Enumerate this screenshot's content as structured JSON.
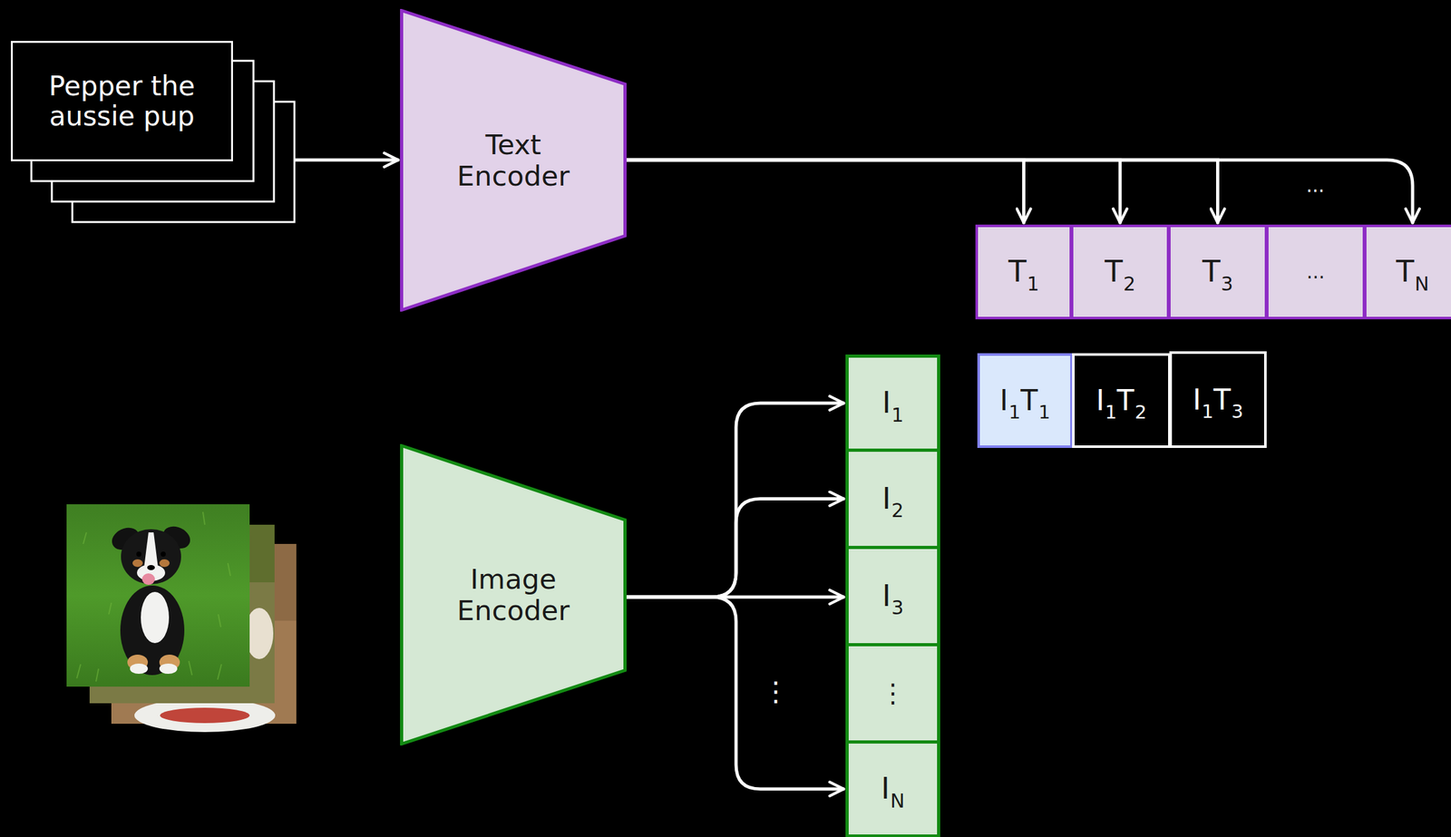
{
  "diagram": {
    "nodes": [
      {
        "text": [
          "Pepper the aussie pup"
        ]
      },
      {
        "text": [
          "Text Encoder"
        ]
      },
      {
        "text": [
          "T",
          "1"
        ]
      },
      {
        "text": [
          "T",
          "2"
        ]
      },
      {
        "text": [
          "T",
          "3"
        ]
      },
      {
        "text": [
          "..."
        ]
      },
      {
        "text": [
          "T",
          "N"
        ]
      },
      {
        "text": [
          "Image Encoder"
        ]
      },
      {
        "text": [
          "I",
          "1"
        ]
      },
      {
        "text": [
          "I",
          "2"
        ]
      },
      {
        "text": [
          "I",
          "3"
        ]
      },
      {
        "text": [
          "⋮"
        ]
      },
      {
        "text": [
          "I",
          "N"
        ]
      },
      {
        "text": [
          "I",
          "1",
          "T",
          "1"
        ]
      },
      {
        "text": [
          "I",
          "1",
          "T",
          "2"
        ]
      },
      {
        "text": [
          "I",
          "1",
          "T",
          "3"
        ]
      }
    ],
    "edges": [
      {
        "from": 0,
        "to": 1,
        "arrow": "to"
      },
      {
        "from": 1,
        "to": 2,
        "arrow": "to"
      },
      {
        "from": 1,
        "to": 3,
        "arrow": "to"
      },
      {
        "from": 1,
        "to": 4,
        "arrow": "to"
      },
      {
        "from": 1,
        "to": 6,
        "arrow": "to"
      },
      {
        "from": 7,
        "to": 8,
        "arrow": "to"
      },
      {
        "from": 7,
        "to": 9,
        "arrow": "to"
      },
      {
        "from": 7,
        "to": 10,
        "arrow": "to"
      },
      {
        "from": 7,
        "to": 12,
        "arrow": "to"
      }
    ],
    "labels": [
      "...",
      "⋮"
    ]
  }
}
